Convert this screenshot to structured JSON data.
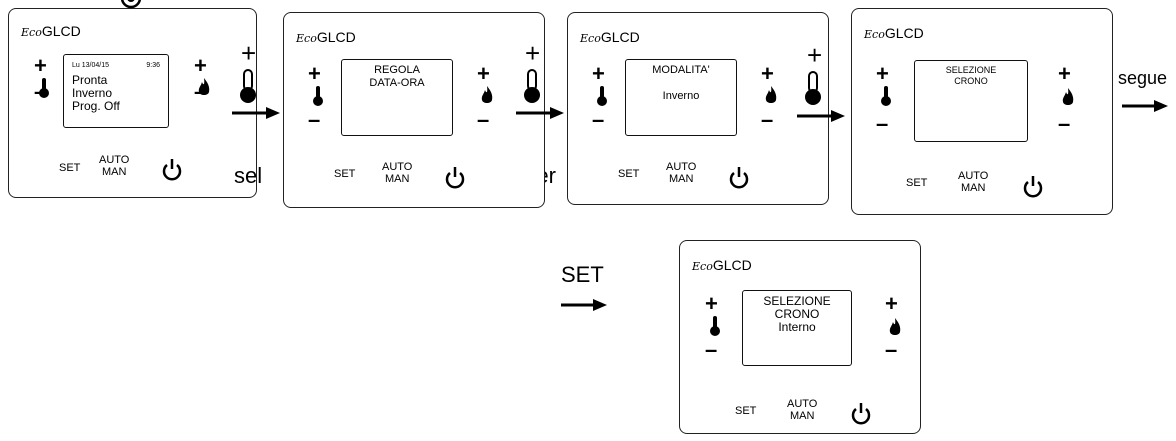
{
  "panels": [
    {
      "brand_mark": "Eco",
      "brand": "GLCD",
      "screen": {
        "status_left": "Lu 13/04/15",
        "status_right": "9:36",
        "lines": [
          "Pronta",
          "Inverno",
          "Prog. Off"
        ]
      }
    },
    {
      "brand_mark": "Eco",
      "brand": "GLCD",
      "screen": {
        "lines": [
          "REGOLA",
          "DATA-ORA"
        ]
      }
    },
    {
      "brand_mark": "Eco",
      "brand": "GLCD",
      "screen": {
        "lines": [
          "MODALITA'",
          "",
          "Inverno"
        ]
      }
    },
    {
      "brand_mark": "Eco",
      "brand": "GLCD",
      "screen": {
        "lines": [
          "SELEZIONE",
          "CRONO"
        ]
      }
    },
    {
      "brand_mark": "Eco",
      "brand": "GLCD",
      "screen": {
        "lines": [
          "SELEZIONE",
          "CRONO",
          "Interno"
        ]
      }
    }
  ],
  "controls": {
    "plus": "+",
    "minus": "–",
    "set": "SET",
    "auto": "AUTO",
    "man": "MAN"
  },
  "flow": {
    "step_plus": "+",
    "segue": "segue",
    "set_label": "SET",
    "partial_left": "sel",
    "partial_right": "nter"
  }
}
